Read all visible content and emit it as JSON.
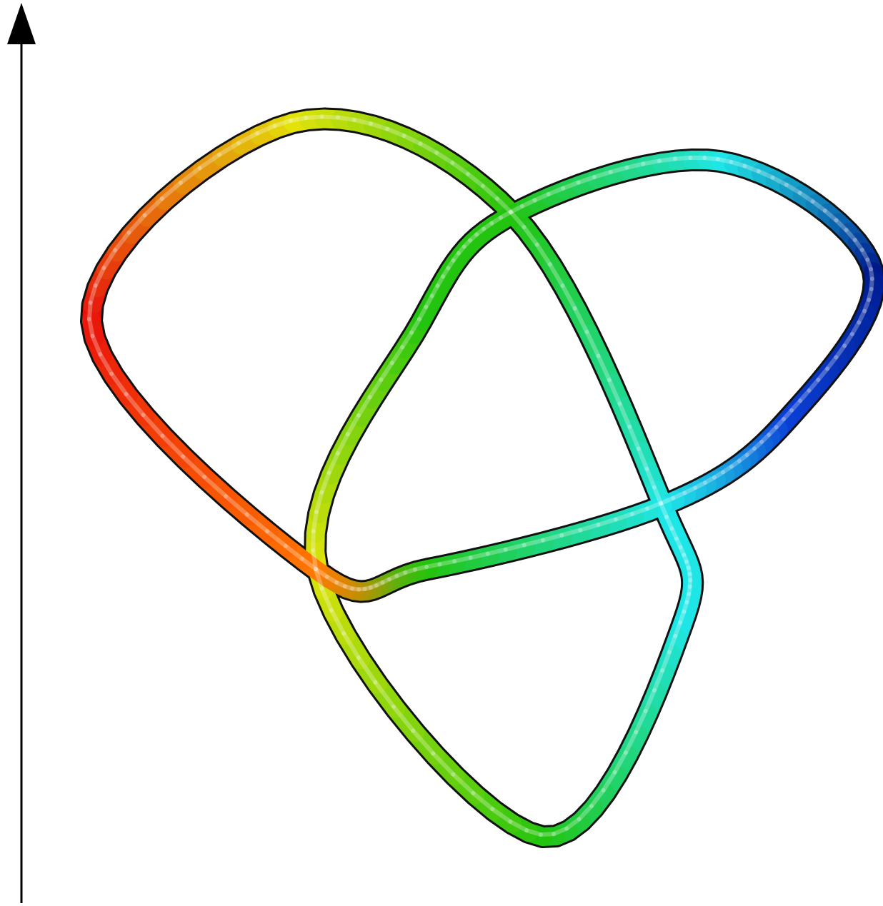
{
  "figure": {
    "type": "3d-rendered-knot",
    "knot": "trefoil",
    "tube_color_map": "jet",
    "background_color": "#ffffff",
    "axis": {
      "direction": "up",
      "arrowhead": true,
      "color": "#000000"
    },
    "colors": {
      "red": "#e8100c",
      "orange": "#ff7a00",
      "yellow": "#e3e30a",
      "green": "#22c40f",
      "cyan": "#1fe6e6",
      "blue": "#0a3fd6",
      "navy": "#001a8c",
      "outline": "#111111"
    }
  }
}
